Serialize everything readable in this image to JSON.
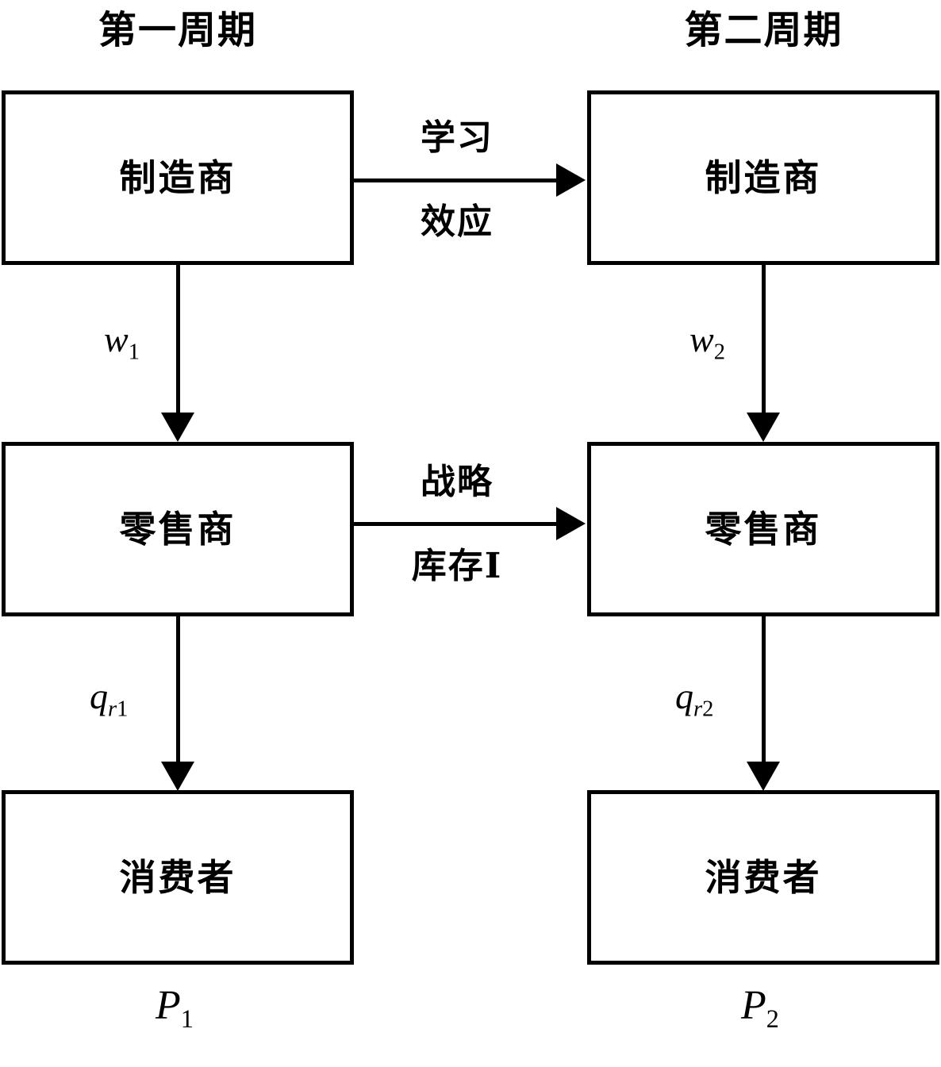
{
  "diagram": {
    "type": "flow-diagram",
    "background_color": "#ffffff",
    "line_color": "#000000",
    "columns": [
      {
        "id": "period-1",
        "title": "第一周期"
      },
      {
        "id": "period-2",
        "title": "第二周期"
      }
    ],
    "nodes": [
      {
        "id": "manufacturer-1",
        "label": "制造商",
        "column": "period-1",
        "row": "manufacturer"
      },
      {
        "id": "retailer-1",
        "label": "零售商",
        "column": "period-1",
        "row": "retailer"
      },
      {
        "id": "consumer-1",
        "label": "消费者",
        "column": "period-1",
        "row": "consumer"
      },
      {
        "id": "manufacturer-2",
        "label": "制造商",
        "column": "period-2",
        "row": "manufacturer"
      },
      {
        "id": "retailer-2",
        "label": "零售商",
        "column": "period-2",
        "row": "retailer"
      },
      {
        "id": "consumer-2",
        "label": "消费者",
        "column": "period-2",
        "row": "consumer"
      }
    ],
    "edges": [
      {
        "id": "m1-to-r1",
        "from": "manufacturer-1",
        "to": "retailer-1",
        "direction": "down",
        "label_base": "w",
        "label_sub": "1"
      },
      {
        "id": "r1-to-c1",
        "from": "retailer-1",
        "to": "consumer-1",
        "direction": "down",
        "label_base": "q",
        "label_sub_italic": "r",
        "label_sub_upright": "1"
      },
      {
        "id": "m2-to-r2",
        "from": "manufacturer-2",
        "to": "retailer-2",
        "direction": "down",
        "label_base": "w",
        "label_sub": "2"
      },
      {
        "id": "r2-to-c2",
        "from": "retailer-2",
        "to": "consumer-2",
        "direction": "down",
        "label_base": "q",
        "label_sub_italic": "r",
        "label_sub_upright": "2"
      },
      {
        "id": "m1-to-m2",
        "from": "manufacturer-1",
        "to": "manufacturer-2",
        "direction": "right",
        "caption_top": "学习",
        "caption_bottom": "效应"
      },
      {
        "id": "r1-to-r2",
        "from": "retailer-1",
        "to": "retailer-2",
        "direction": "right",
        "caption_top": "战略",
        "caption_bottom": "库存I"
      }
    ],
    "footers": [
      {
        "id": "price-1",
        "base": "P",
        "sub": "1",
        "column": "period-1"
      },
      {
        "id": "price-2",
        "base": "P",
        "sub": "2",
        "column": "period-2"
      }
    ]
  }
}
